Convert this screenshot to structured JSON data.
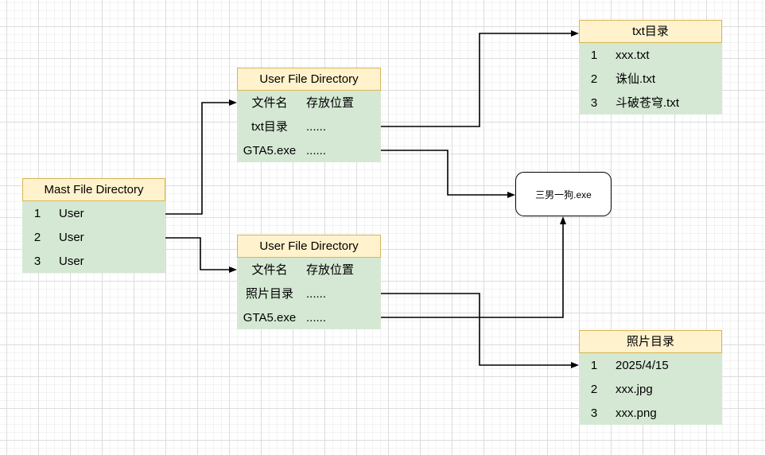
{
  "diagram": {
    "type": "flowchart",
    "background": "grid-canvas",
    "colors": {
      "header_fill": "#FFF2CC",
      "header_border": "#D6B656",
      "body_fill": "#D5E8D4",
      "connector": "#000000",
      "grid_major": "#dcdcdc",
      "grid_minor": "#f4f3f3"
    },
    "nodes": {
      "mast": {
        "title": "Mast File Directory",
        "rows": [
          [
            "1",
            "User"
          ],
          [
            "2",
            "User"
          ],
          [
            "3",
            "User"
          ]
        ]
      },
      "ufd_top": {
        "title": "User File Directory",
        "rows": [
          [
            "文件名",
            "存放位置"
          ],
          [
            "txt目录",
            "......"
          ],
          [
            "GTA5.exe",
            "......"
          ]
        ]
      },
      "txt_dir": {
        "title": "txt目录",
        "rows": [
          [
            "1",
            "xxx.txt"
          ],
          [
            "2",
            "诛仙.txt"
          ],
          [
            "3",
            "斗破苍穹.txt"
          ]
        ]
      },
      "ufd_bottom": {
        "title": "User File Directory",
        "rows": [
          [
            "文件名",
            "存放位置"
          ],
          [
            "照片目录",
            "......"
          ],
          [
            "GTA5.exe",
            "......"
          ]
        ]
      },
      "photo_dir": {
        "title": "照片目录",
        "rows": [
          [
            "1",
            "2025/4/15"
          ],
          [
            "2",
            "xxx.jpg"
          ],
          [
            "3",
            "xxx.png"
          ]
        ]
      },
      "exe": {
        "label": "三男一狗.exe"
      }
    },
    "connectors": [
      {
        "from": "mast-row-1",
        "to": "user-file-directory-top"
      },
      {
        "from": "mast-row-2",
        "to": "user-file-directory-bottom"
      },
      {
        "from": "ufd-top-txt-dir-row",
        "to": "txt-directory"
      },
      {
        "from": "ufd-top-gta5-row",
        "to": "exe-node"
      },
      {
        "from": "ufd-bottom-photo-dir-row",
        "to": "photo-directory"
      },
      {
        "from": "ufd-bottom-gta5-row",
        "to": "exe-node"
      }
    ]
  }
}
